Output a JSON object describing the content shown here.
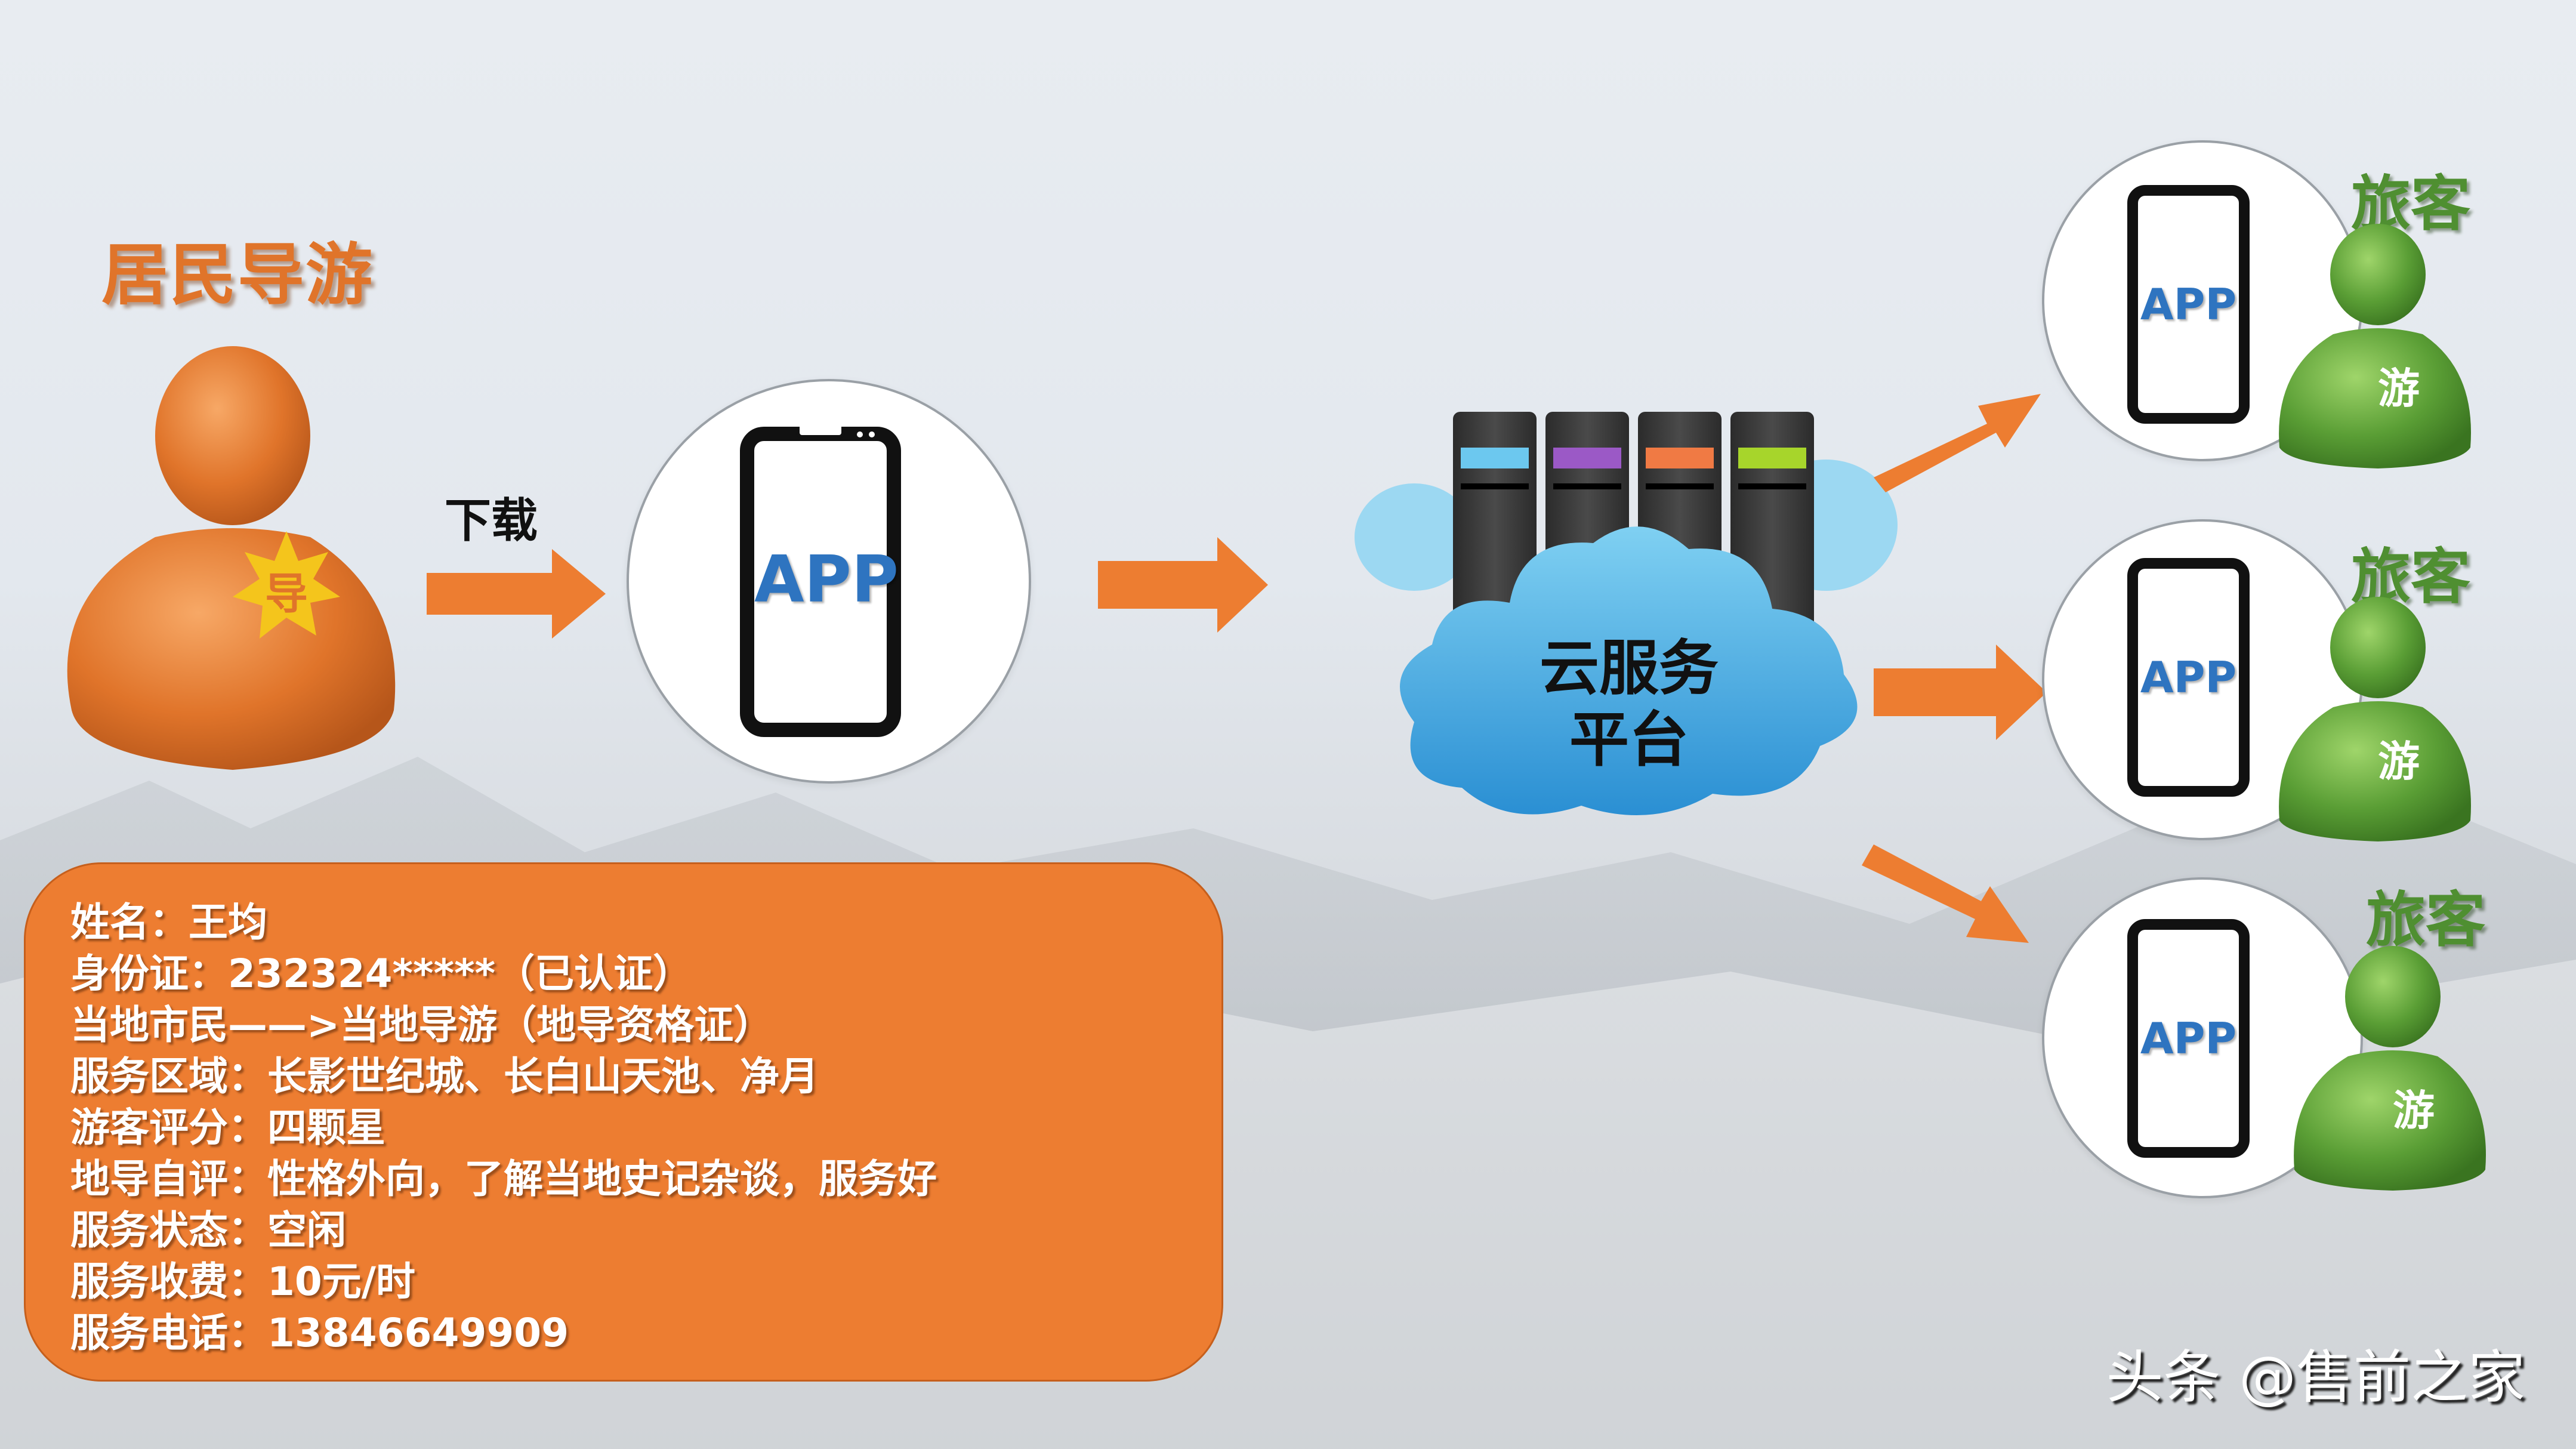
{
  "guide": {
    "title": "居民导游",
    "badge_text": "导",
    "body_color": "#e0742a",
    "badge_color": "#f4c51c"
  },
  "download_label": "下载",
  "app_label": "APP",
  "cloud": {
    "line1": "云服务",
    "line2": "平台",
    "server_light_colors": [
      "#6cc8ef",
      "#9b59c6",
      "#f07a44",
      "#a7d52b"
    ]
  },
  "travelers": [
    {
      "label": "旅客",
      "badge_text": "游",
      "app_label": "APP"
    },
    {
      "label": "旅客",
      "badge_text": "游",
      "app_label": "APP"
    },
    {
      "label": "旅客",
      "badge_text": "游",
      "app_label": "APP"
    }
  ],
  "info_box": {
    "lines": [
      "姓名：王均",
      "身份证：232324*****（已认证）",
      "当地市民——>当地导游（地导资格证）",
      "服务区域：长影世纪城、长白山天池、净月",
      "游客评分：四颗星",
      "地导自评：性格外向，了解当地史记杂谈，服务好",
      "服务状态：空闲",
      "服务收费：10元/时",
      "服务电话：13846649909"
    ],
    "color": "#ed7d31"
  },
  "colors": {
    "arrow": "#ed7d31",
    "traveler_green": "#5a9e35",
    "app_blue": "#2e74c0"
  },
  "watermark": "头条 @售前之家"
}
